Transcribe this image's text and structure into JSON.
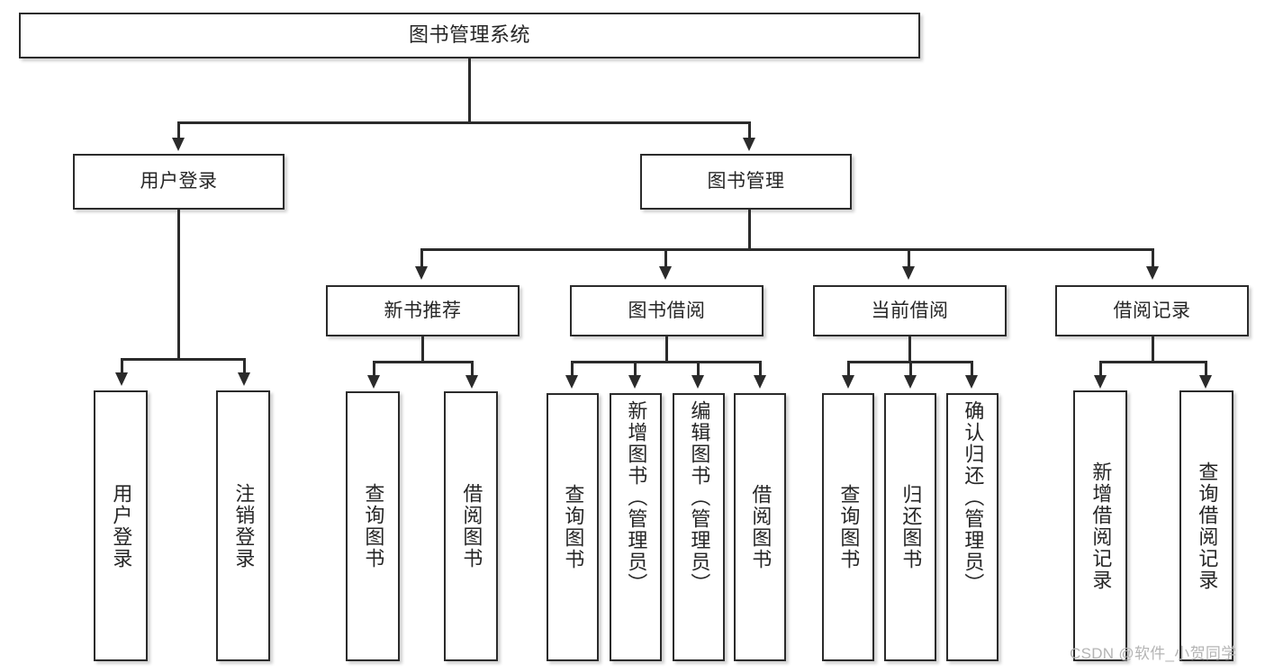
{
  "diagram": {
    "kind": "tree-hierarchy",
    "title": "图书管理系统",
    "watermark": "CSDN @软件_小贺同学",
    "colors": {
      "box_border": "#2b2b2b",
      "box_fill": "#ffffff",
      "text": "#262626",
      "connector": "#2b2b2b",
      "watermark": "#b4b4b4",
      "background": "#ffffff"
    },
    "root": {
      "label": "图书管理系统"
    },
    "level2": [
      {
        "id": "user-login",
        "label": "用户登录"
      },
      {
        "id": "book-manage",
        "label": "图书管理"
      }
    ],
    "level3": [
      {
        "id": "new-book-rec",
        "label": "新书推荐"
      },
      {
        "id": "book-borrow",
        "label": "图书借阅"
      },
      {
        "id": "current-borrow",
        "label": "当前借阅"
      },
      {
        "id": "borrow-record",
        "label": "借阅记录"
      }
    ],
    "leaves": {
      "user_login": [
        {
          "id": "leaf-user-login",
          "label": "用户登录"
        },
        {
          "id": "leaf-logout-login",
          "label": "注销登录"
        }
      ],
      "new_book_rec": [
        {
          "id": "leaf-query-book-1",
          "label": "查询图书"
        },
        {
          "id": "leaf-borrow-book-1",
          "label": "借阅图书"
        }
      ],
      "book_borrow": [
        {
          "id": "leaf-query-book-2",
          "label": "查询图书"
        },
        {
          "id": "leaf-add-book",
          "label": "新增图书（管理员）"
        },
        {
          "id": "leaf-edit-book",
          "label": "编辑图书（管理员）"
        },
        {
          "id": "leaf-borrow-book-2",
          "label": "借阅图书"
        }
      ],
      "current_borrow": [
        {
          "id": "leaf-query-book-3",
          "label": "查询图书"
        },
        {
          "id": "leaf-return-book",
          "label": "归还图书"
        },
        {
          "id": "leaf-confirm-return",
          "label": "确认归还（管理员）"
        }
      ],
      "borrow_record": [
        {
          "id": "leaf-add-record",
          "label": "新增借阅记录"
        },
        {
          "id": "leaf-query-record",
          "label": "查询借阅记录"
        }
      ]
    }
  }
}
